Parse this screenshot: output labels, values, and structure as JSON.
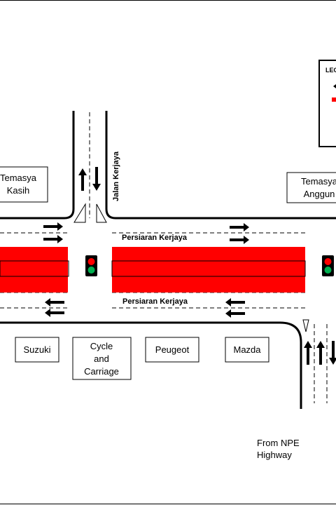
{
  "legend": {
    "title": "LEG"
  },
  "buildings": [
    {
      "id": "temasya-kasih",
      "lines": [
        "Temasya",
        "Kasih"
      ]
    },
    {
      "id": "temasya-anggun",
      "lines": [
        "Temasya",
        "Anggun"
      ]
    },
    {
      "id": "suzuki",
      "lines": [
        "Suzuki"
      ]
    },
    {
      "id": "cycle-and-carriage",
      "lines": [
        "Cycle",
        "and",
        "Carriage"
      ]
    },
    {
      "id": "peugeot",
      "lines": [
        "Peugeot"
      ]
    },
    {
      "id": "mazda",
      "lines": [
        "Mazda"
      ]
    }
  ],
  "roads": {
    "jalan_kerjaya": "Jalan Kerjaya",
    "persiaran_top": "Persiaran Kerjaya",
    "persiaran_bottom": "Persiaran Kerjaya"
  },
  "annotations": {
    "from_npe": [
      "From NPE",
      "Highway"
    ]
  },
  "colors": {
    "closure_red": "#ff0000",
    "signal_red": "#ff0000",
    "signal_green": "#00b050",
    "signal_body": "#000000"
  }
}
